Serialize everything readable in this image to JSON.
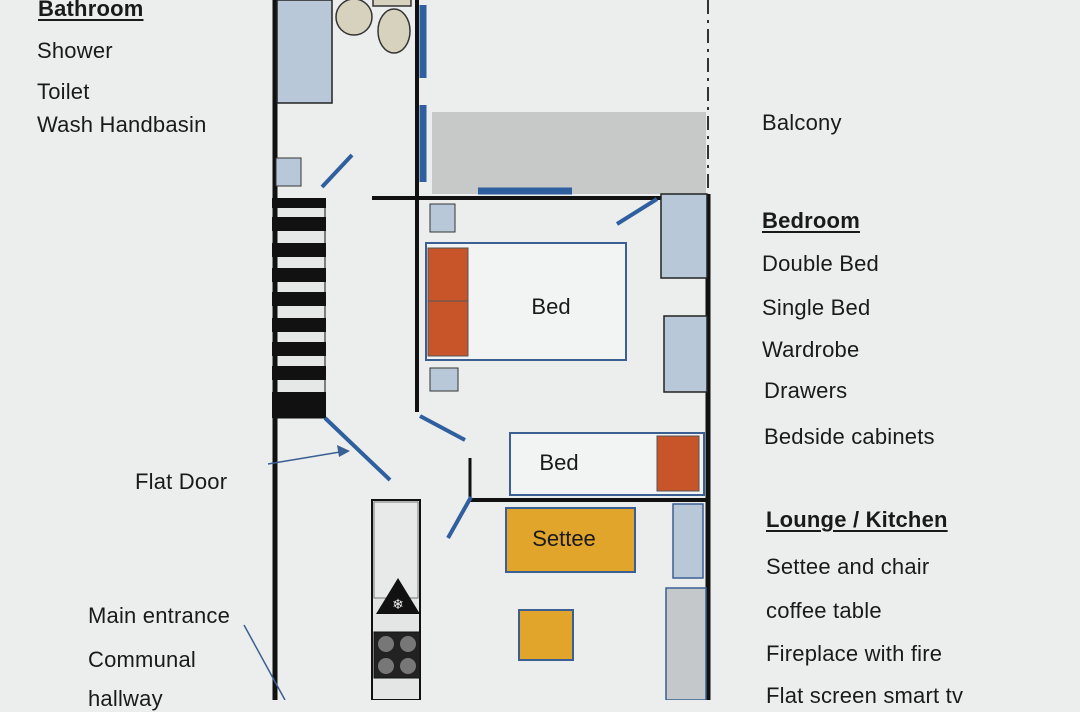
{
  "bathroom": {
    "title": "Bathroom",
    "items": [
      "Shower",
      "Toilet",
      "Wash Handbasin"
    ]
  },
  "balcony": {
    "label": "Balcony"
  },
  "bedroom": {
    "title": "Bedroom",
    "items": [
      "Double Bed",
      "Single Bed",
      "Wardrobe",
      "Drawers",
      "Bedside cabinets"
    ]
  },
  "lounge": {
    "title": "Lounge / Kitchen",
    "items": [
      "Settee and chair",
      "coffee table",
      "Fireplace with fire",
      "Flat screen smart tv"
    ]
  },
  "left_labels": {
    "flat_door": "Flat Door",
    "main_entrance": "Main entrance",
    "communal": "Communal",
    "hallway": "hallway"
  },
  "plan": {
    "double_bed": "Bed",
    "single_bed": "Bed",
    "settee": "Settee"
  },
  "colors": {
    "wall": "#111111",
    "window": "#2f5f9e",
    "fixture": "#b8c8d8",
    "bed_head": "#c8552a",
    "settee": "#e0a52a",
    "balcony": "#c7c9c9"
  }
}
